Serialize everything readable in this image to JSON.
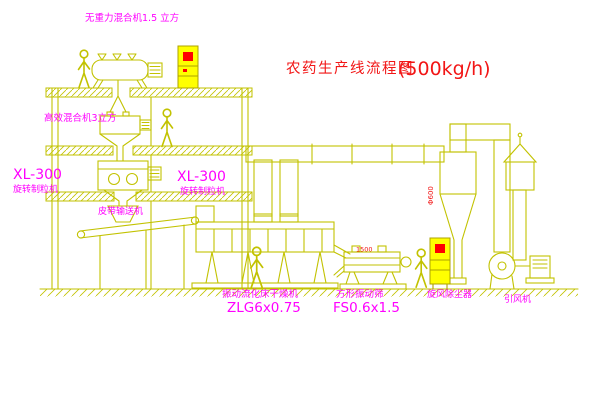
{
  "drawing": {
    "title": "农药生产线流程图",
    "capacity": "(500kg/h)"
  },
  "labels": {
    "gravity_mixer": "无重力混合机1.5 立方",
    "high_eff_mixer": "高效混合机3立方",
    "granulator_left_model": "XL-300",
    "granulator_left_name": "旋转制粒机",
    "granulator_center_model": "XL-300",
    "granulator_center_name": "旋转制粒机",
    "belt_conveyor": "皮带输送机",
    "dryer_name": "振动流化床干燥机",
    "dryer_model": "ZLG6x0.75",
    "sieve_name": "方形振动筛",
    "sieve_model": "FS0.6x1.5",
    "cyclone": "旋风除尘器",
    "fan": "引风机"
  },
  "annotations": {
    "duct_diameter": "Φ600",
    "sieve_length": "1500"
  },
  "colors": {
    "line_yellow": "#c2c200",
    "label_magenta": "#ff00ff",
    "title_red": "#f21616",
    "cabinet_yellow": "#ffff00",
    "button_red": "#ff0000",
    "background": "#ffffff"
  }
}
